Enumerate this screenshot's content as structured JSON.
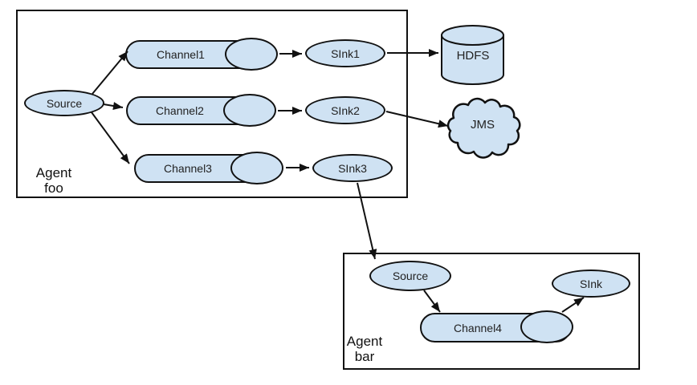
{
  "diagram": {
    "colors": {
      "node_fill": "#cfe2f3",
      "stroke": "#111111",
      "background": "#ffffff"
    },
    "agent_foo": {
      "name_line1": "Agent",
      "name_line2": "foo",
      "source": "Source",
      "channels": [
        "Channel1",
        "Channel2",
        "Channel3"
      ],
      "sinks": [
        "SInk1",
        "SInk2",
        "SInk3"
      ]
    },
    "agent_bar": {
      "name_line1": "Agent",
      "name_line2": "bar",
      "source": "Source",
      "channel": "Channel4",
      "sink": "SInk"
    },
    "external_systems": {
      "hdfs": "HDFS",
      "jms": "JMS"
    },
    "connections": [
      {
        "from": "Source (foo)",
        "to": "Channel1"
      },
      {
        "from": "Source (foo)",
        "to": "Channel2"
      },
      {
        "from": "Source (foo)",
        "to": "Channel3"
      },
      {
        "from": "Channel1",
        "to": "SInk1"
      },
      {
        "from": "Channel2",
        "to": "SInk2"
      },
      {
        "from": "Channel3",
        "to": "SInk3"
      },
      {
        "from": "SInk1",
        "to": "HDFS"
      },
      {
        "from": "SInk2",
        "to": "JMS"
      },
      {
        "from": "SInk3",
        "to": "Source (bar)"
      },
      {
        "from": "Source (bar)",
        "to": "Channel4"
      },
      {
        "from": "Channel4",
        "to": "SInk"
      }
    ]
  }
}
